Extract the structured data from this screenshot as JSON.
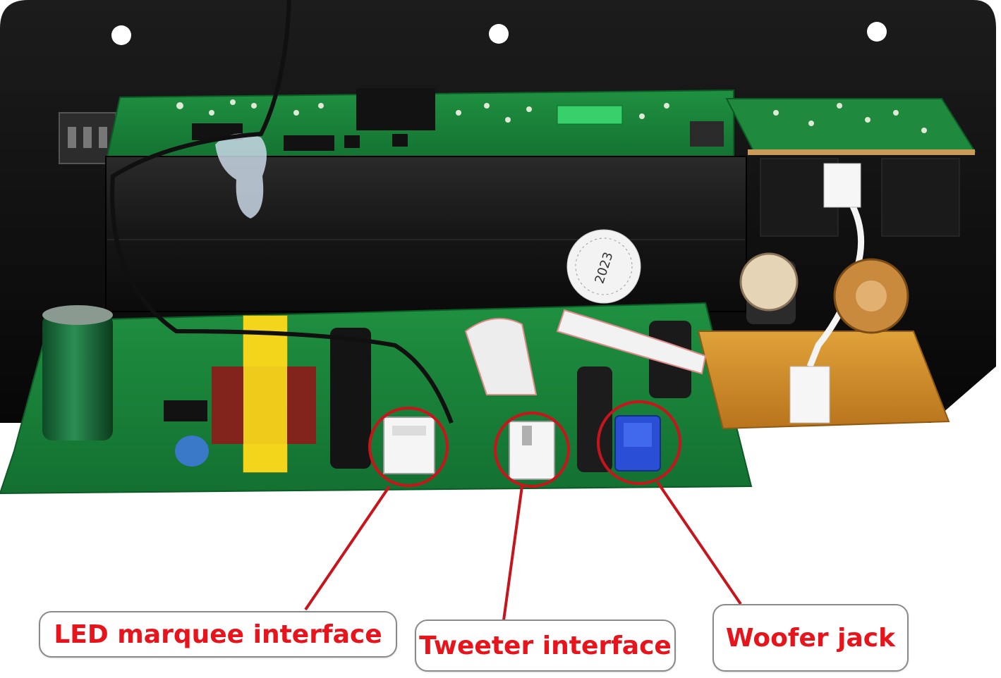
{
  "labels": {
    "led": "LED marquee interface",
    "tweeter": "Tweeter interface",
    "woofer": "Woofer jack"
  },
  "board_text": {
    "date_sticker_year": "2023"
  },
  "colors": {
    "callout_red": "#c8141b",
    "label_text": "#e8141b",
    "pcb_green": "#1e8a3c",
    "panel_black": "#141414",
    "woofer_pot_blue": "#2a4fd6"
  }
}
